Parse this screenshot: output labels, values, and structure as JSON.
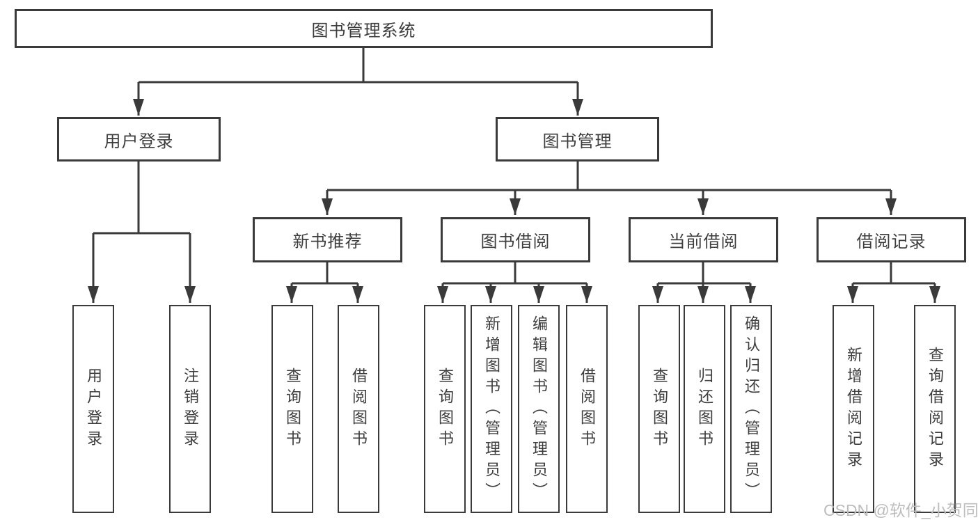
{
  "diagram": {
    "root": {
      "label": "图书管理系统",
      "children": [
        {
          "label": "用户登录",
          "children": [
            {
              "label": "用户登录"
            },
            {
              "label": "注销登录"
            }
          ]
        },
        {
          "label": "图书管理",
          "children": [
            {
              "label": "新书推荐",
              "children": [
                {
                  "label": "查询图书"
                },
                {
                  "label": "借阅图书"
                }
              ]
            },
            {
              "label": "图书借阅",
              "children": [
                {
                  "label": "查询图书"
                },
                {
                  "label": "新增图书（管理员）"
                },
                {
                  "label": "编辑图书（管理员）"
                },
                {
                  "label": "借阅图书"
                }
              ]
            },
            {
              "label": "当前借阅",
              "children": [
                {
                  "label": "查询图书"
                },
                {
                  "label": "归还图书"
                },
                {
                  "label": "确认归还（管理员）"
                }
              ]
            },
            {
              "label": "借阅记录",
              "children": [
                {
                  "label": "新增借阅记录"
                },
                {
                  "label": "查询借阅记录"
                }
              ]
            }
          ]
        }
      ]
    }
  },
  "watermark": {
    "text": "CSDN @软件_小贺同学"
  },
  "colors": {
    "line": "#3a3a3a",
    "text": "#3d3d3d",
    "watermark": "#bdbdbd",
    "background": "#ffffff"
  }
}
